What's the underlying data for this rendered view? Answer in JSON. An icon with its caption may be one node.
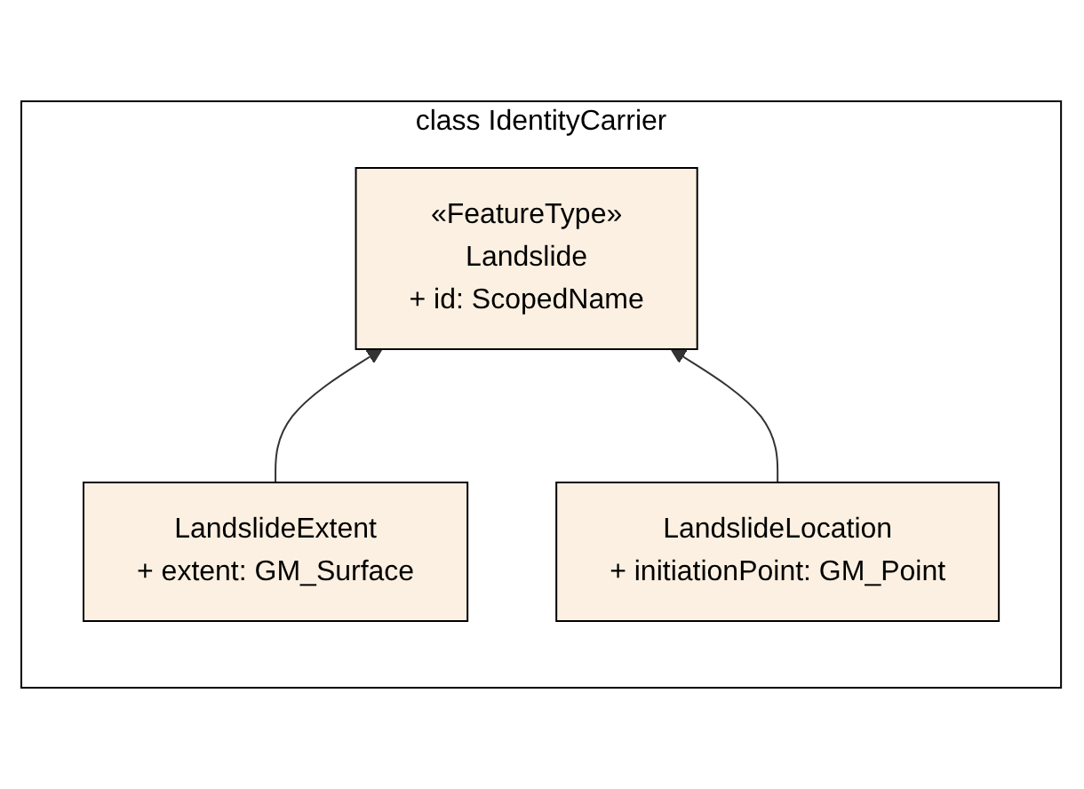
{
  "diagram": {
    "nodes": [
      {
        "text": [
          "class IdentityCarrier"
        ]
      },
      {
        "text": [
          "«FeatureType»",
          "Landslide",
          "+ id: ScopedName"
        ],
        "in": 0
      },
      {
        "text": [
          "LandslideExtent",
          "+ extent: GM_Surface"
        ],
        "in": 0
      },
      {
        "text": [
          "LandslideLocation",
          "+ initiationPoint: GM_Point"
        ],
        "in": 0
      }
    ],
    "edges": [
      {
        "from": 2,
        "to": 1,
        "arrow": "to"
      },
      {
        "from": 3,
        "to": 1,
        "arrow": "to"
      }
    ]
  }
}
